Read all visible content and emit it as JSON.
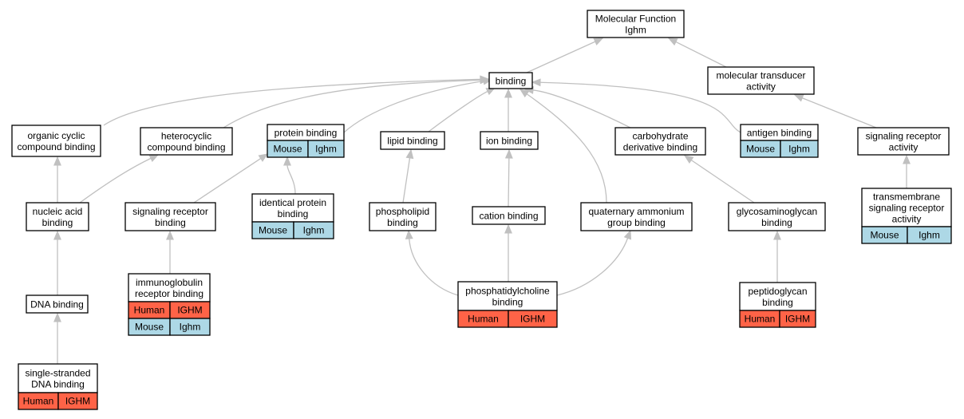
{
  "colors": {
    "human": "#ff6347",
    "mouse": "#add8e6",
    "edge": "#c0c0c0"
  },
  "nodes": {
    "molecular_function": {
      "lines": [
        "Molecular Function",
        "Ighm"
      ]
    },
    "binding": {
      "lines": [
        "binding"
      ]
    },
    "molecular_transducer": {
      "lines": [
        "molecular transducer",
        "activity"
      ]
    },
    "organic_cyclic": {
      "lines": [
        "organic cyclic",
        "compound binding"
      ]
    },
    "heterocyclic": {
      "lines": [
        "heterocyclic",
        "compound binding"
      ]
    },
    "protein_binding": {
      "lines": [
        "protein binding"
      ],
      "species": [
        {
          "kind": "mouse",
          "species": "Mouse",
          "gene": "Ighm"
        }
      ]
    },
    "lipid_binding": {
      "lines": [
        "lipid binding"
      ]
    },
    "ion_binding": {
      "lines": [
        "ion binding"
      ]
    },
    "carbohydrate_derivative": {
      "lines": [
        "carbohydrate",
        "derivative binding"
      ]
    },
    "antigen_binding": {
      "lines": [
        "antigen binding"
      ],
      "species": [
        {
          "kind": "mouse",
          "species": "Mouse",
          "gene": "Ighm"
        }
      ]
    },
    "signaling_receptor_activity": {
      "lines": [
        "signaling receptor",
        "activity"
      ]
    },
    "nucleic_acid": {
      "lines": [
        "nucleic acid",
        "binding"
      ]
    },
    "signaling_receptor_binding": {
      "lines": [
        "signaling receptor",
        "binding"
      ]
    },
    "identical_protein": {
      "lines": [
        "identical protein",
        "binding"
      ],
      "species": [
        {
          "kind": "mouse",
          "species": "Mouse",
          "gene": "Ighm"
        }
      ]
    },
    "phospholipid": {
      "lines": [
        "phospholipid",
        "binding"
      ]
    },
    "cation_binding": {
      "lines": [
        "cation binding"
      ]
    },
    "quaternary_ammonium": {
      "lines": [
        "quaternary ammonium",
        "group binding"
      ]
    },
    "glycosaminoglycan": {
      "lines": [
        "glycosaminoglycan",
        "binding"
      ]
    },
    "transmembrane": {
      "lines": [
        "transmembrane",
        "signaling receptor",
        "activity"
      ],
      "species": [
        {
          "kind": "mouse",
          "species": "Mouse",
          "gene": "Ighm"
        }
      ]
    },
    "dna_binding": {
      "lines": [
        "DNA binding"
      ]
    },
    "immunoglobulin": {
      "lines": [
        "immunoglobulin",
        "receptor binding"
      ],
      "species": [
        {
          "kind": "human",
          "species": "Human",
          "gene": "IGHM"
        },
        {
          "kind": "mouse",
          "species": "Mouse",
          "gene": "Ighm"
        }
      ]
    },
    "phosphatidylcholine": {
      "lines": [
        "phosphatidylcholine",
        "binding"
      ],
      "species": [
        {
          "kind": "human",
          "species": "Human",
          "gene": "IGHM"
        }
      ]
    },
    "peptidoglycan": {
      "lines": [
        "peptidoglycan",
        "binding"
      ],
      "species": [
        {
          "kind": "human",
          "species": "Human",
          "gene": "IGHM"
        }
      ]
    },
    "ssdna": {
      "lines": [
        "single-stranded",
        "DNA binding"
      ],
      "species": [
        {
          "kind": "human",
          "species": "Human",
          "gene": "IGHM"
        }
      ]
    }
  },
  "edges": [
    [
      "binding",
      "molecular_function"
    ],
    [
      "molecular_transducer",
      "molecular_function"
    ],
    [
      "organic_cyclic",
      "binding"
    ],
    [
      "heterocyclic",
      "binding"
    ],
    [
      "protein_binding",
      "binding"
    ],
    [
      "lipid_binding",
      "binding"
    ],
    [
      "ion_binding",
      "binding"
    ],
    [
      "carbohydrate_derivative",
      "binding"
    ],
    [
      "antigen_binding",
      "binding"
    ],
    [
      "quaternary_ammonium",
      "binding"
    ],
    [
      "signaling_receptor_activity",
      "molecular_transducer"
    ],
    [
      "nucleic_acid",
      "organic_cyclic"
    ],
    [
      "nucleic_acid",
      "heterocyclic"
    ],
    [
      "signaling_receptor_binding",
      "protein_binding"
    ],
    [
      "identical_protein",
      "protein_binding"
    ],
    [
      "phospholipid",
      "lipid_binding"
    ],
    [
      "cation_binding",
      "ion_binding"
    ],
    [
      "glycosaminoglycan",
      "carbohydrate_derivative"
    ],
    [
      "transmembrane",
      "signaling_receptor_activity"
    ],
    [
      "dna_binding",
      "nucleic_acid"
    ],
    [
      "immunoglobulin",
      "signaling_receptor_binding"
    ],
    [
      "phosphatidylcholine",
      "phospholipid"
    ],
    [
      "phosphatidylcholine",
      "cation_binding"
    ],
    [
      "phosphatidylcholine",
      "quaternary_ammonium"
    ],
    [
      "peptidoglycan",
      "glycosaminoglycan"
    ],
    [
      "ssdna",
      "dna_binding"
    ]
  ]
}
